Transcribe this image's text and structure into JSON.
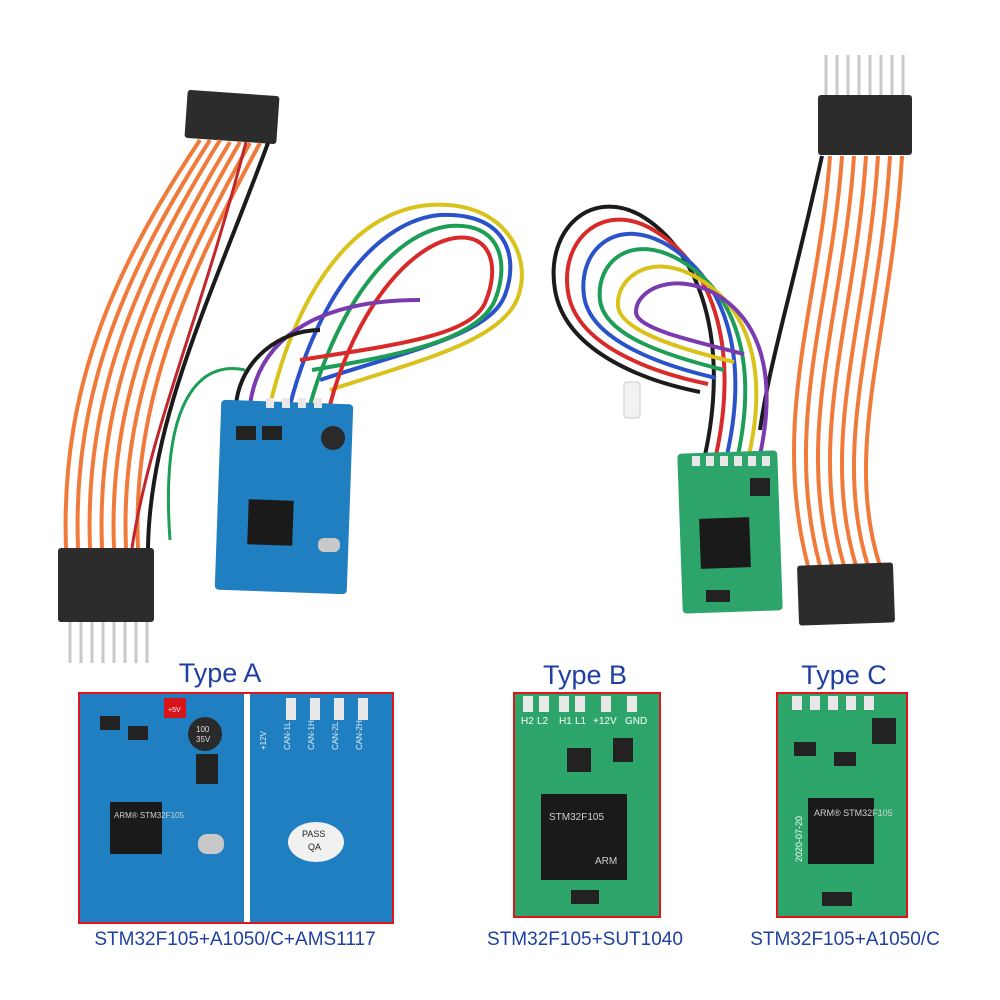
{
  "type_a": {
    "title": "Type A",
    "caption": "STM32F105+A1050/C+AMS1117",
    "board_front_labels": {
      "chip": "ARM® STM32F105",
      "cap": "100\n35V",
      "voltage": "+5V"
    },
    "board_back_labels": {
      "pins": [
        "+12V",
        "CAN-1L",
        "CAN-1H",
        "CAN-2L",
        "CAN-2H"
      ],
      "sticker_top": "PASS",
      "sticker_bottom": "QA"
    }
  },
  "type_b": {
    "title": "Type B",
    "caption": "STM32F105+SUT1040",
    "pin_labels": [
      "H2",
      "L2",
      "H1",
      "L1",
      "+12V",
      "GND"
    ],
    "chip": "STM32F105",
    "logo": "ARM"
  },
  "type_c": {
    "title": "Type C",
    "caption": "STM32F105+A1050/C",
    "chip": "ARM® STM32F105",
    "pcb_date": "2020-07-20"
  },
  "colors": {
    "frame": "#e0141b",
    "text": "#1f3fa3",
    "pcb_blue": "#1f7fc1",
    "pcb_green": "#2da56a",
    "wire_orange": "#f07a3a"
  }
}
